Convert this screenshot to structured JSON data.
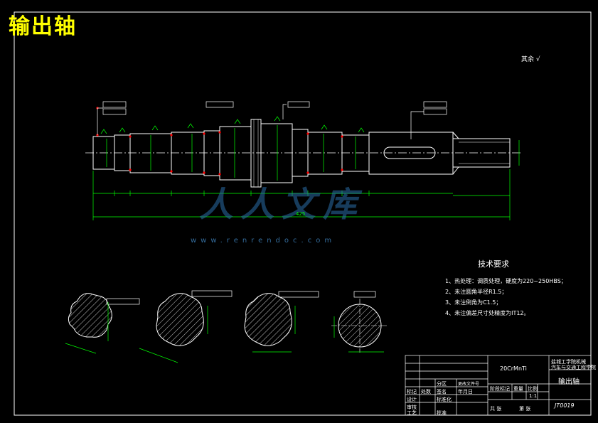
{
  "drawing": {
    "title": "输出轴",
    "roughness_note": "其余",
    "length_dim": "425"
  },
  "watermark": {
    "brand": "人人文库",
    "url": "www.renrendoc.com"
  },
  "tech_requirements": {
    "title": "技术要求",
    "items": [
      "1、热处理：调质处理，硬度为220~250HBS；",
      "2、未注圆角半径R1.5；",
      "3、未注倒角为C1.5；",
      "4、未注偏差尺寸处精度为IT12。"
    ]
  },
  "title_block": {
    "material": "20CrMnTi",
    "school_line1": "盐城工学院机械",
    "school_line2": "汽车与交通工程学院",
    "part_name": "输出轴",
    "drawing_no": "JT0019",
    "scale": "1:1",
    "labels": [
      "标记",
      "处数",
      "分区",
      "更改文件号",
      "签名",
      "年月日",
      "设计",
      "标准化",
      "审核",
      "工艺",
      "批准",
      "阶段标记",
      "重量",
      "比例",
      "共 张",
      "第 张"
    ]
  },
  "colors": {
    "background": "#000000",
    "line": "#ffffff",
    "dimension": "#00ff00",
    "title": "#ffff00",
    "marker": "#ff0000"
  }
}
